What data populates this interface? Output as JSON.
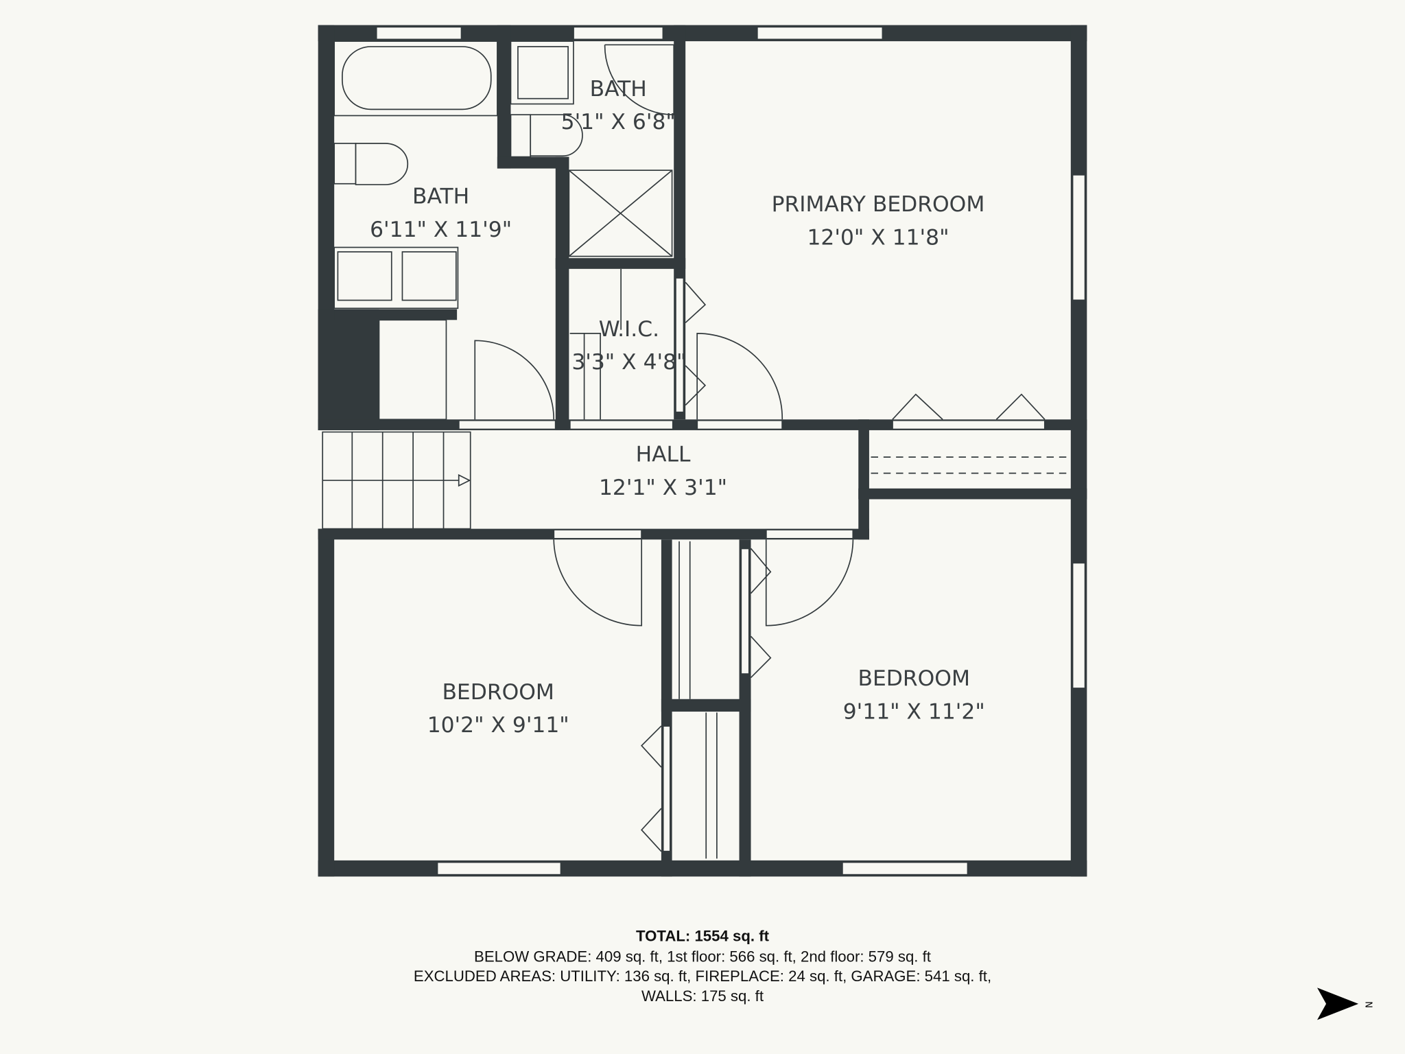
{
  "rooms": {
    "bath_1": {
      "name": "BATH",
      "size": "6'11\" X 11'9\""
    },
    "bath_2": {
      "name": "BATH",
      "size": "5'1\" X 6'8\""
    },
    "primary": {
      "name": "PRIMARY BEDROOM",
      "size": "12'0\" X 11'8\""
    },
    "wic": {
      "name": "W.I.C.",
      "size": "3'3\" X 4'8\""
    },
    "hall": {
      "name": "HALL",
      "size": "12'1\" X 3'1\""
    },
    "bedroom_1": {
      "name": "BEDROOM",
      "size": "10'2\" X 9'11\""
    },
    "bedroom_2": {
      "name": "BEDROOM",
      "size": "9'11\" X 11'2\""
    }
  },
  "summary": {
    "total": "TOTAL: 1554 sq. ft",
    "line1": "BELOW GRADE: 409 sq. ft, 1st floor: 566 sq. ft, 2nd floor: 579 sq. ft",
    "line2": "EXCLUDED AREAS: UTILITY: 136 sq. ft, FIREPLACE: 24 sq. ft, GARAGE: 541 sq. ft,",
    "line3": "WALLS: 175 sq. ft"
  },
  "compass": {
    "label": "N",
    "icon": "north-arrow-icon"
  },
  "colors": {
    "wall": "#333a3d",
    "background": "#f8f8f3"
  }
}
